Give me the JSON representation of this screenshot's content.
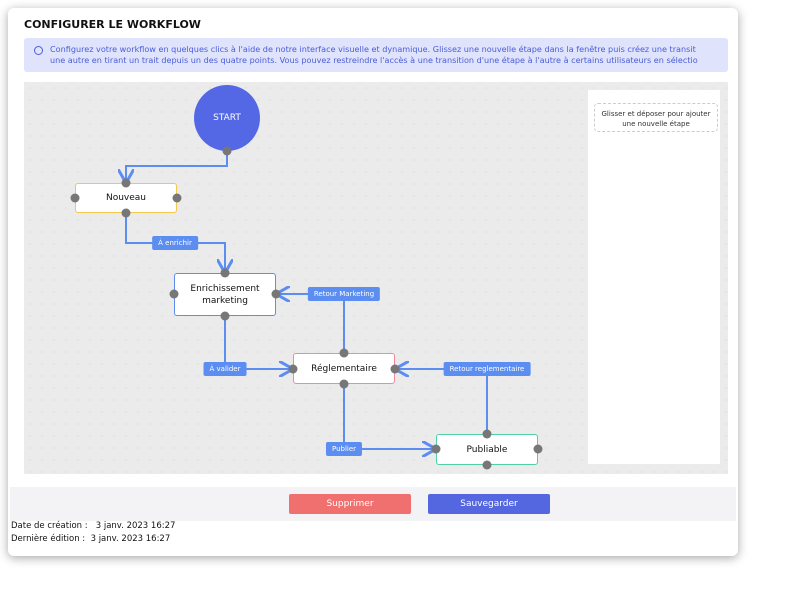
{
  "title": "CONFIGURER LE WORKFLOW",
  "info": {
    "line1": "Configurez votre workflow en quelques clics à l'aide de notre interface visuelle et dynamique. Glissez une nouvelle étape dans la fenêtre puis créez une transit",
    "line2": "une autre en tirant un trait depuis un des quatre points. Vous pouvez restreindre l'accès à une transition d'une étape à l'autre à certains utilisateurs en sélectio"
  },
  "panel": {
    "drop_text": "Glisser et déposer pour ajouter une nouvelle étape"
  },
  "nodes": {
    "start": "START",
    "nouveau": "Nouveau",
    "enrichissement": "Enrichissement marketing",
    "reglementaire": "Réglementaire",
    "publiable": "Publiable"
  },
  "node_colors": {
    "nouveau": "#f2c94c",
    "enrichissement": "#5b8ef0",
    "reglementaire": "#f08aa0",
    "publiable": "#4fd1a5",
    "start": "#5468e5",
    "edge": "#5b8ef0"
  },
  "transitions": {
    "a_enrichir": "À enrichir",
    "retour_marketing": "Retour Marketing",
    "a_valider": "À valider",
    "retour_reglementaire": "Retour reglementaire",
    "publier": "Publier"
  },
  "buttons": {
    "delete": "Supprimer",
    "save": "Sauvegarder"
  },
  "meta": {
    "created_label": "Date de création :",
    "created": "3 janv. 2023 16:27",
    "edited_label": "Dernière édition :",
    "edited": "3 janv. 2023 16:27"
  }
}
